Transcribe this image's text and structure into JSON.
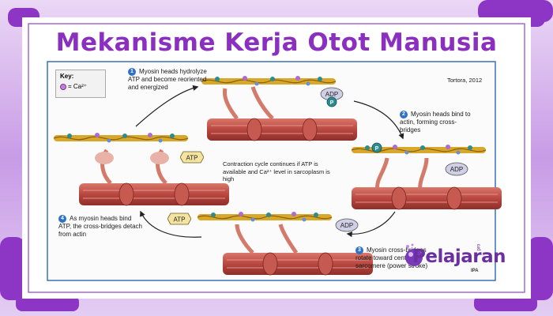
{
  "title": "Mekanisme Kerja Otot Manusia",
  "credit": "Tortora, 2012",
  "key": {
    "label": "Key:",
    "value": "= Ca²⁺"
  },
  "steps": [
    {
      "num": "1",
      "text": "Myosin heads hydrolyze ATP and become reoriented and energized"
    },
    {
      "num": "2",
      "text": "Myosin heads bind to actin, forming cross-bridges"
    },
    {
      "num": "3",
      "text": "Myosin cross-bridges rotate toward center of sarcomere (power stroke)"
    },
    {
      "num": "4",
      "text": "As myosin heads bind ATP, the cross-bridges detach from actin"
    }
  ],
  "center_text": "Contraction cycle continues if ATP is available and Ca²⁺ level in sarcoplasm is high",
  "badges": {
    "atp": "ATP",
    "adp": "ADP",
    "p": "P"
  },
  "logo": {
    "main": "Pelajaran",
    "sub": "IPA",
    "small": "pro"
  },
  "colors": {
    "purple": "#9b3fd0",
    "title": "#8b2fc0",
    "muscle": "#c0504d",
    "actin": "#d8a82a",
    "step_circle": "#2d72c4"
  }
}
